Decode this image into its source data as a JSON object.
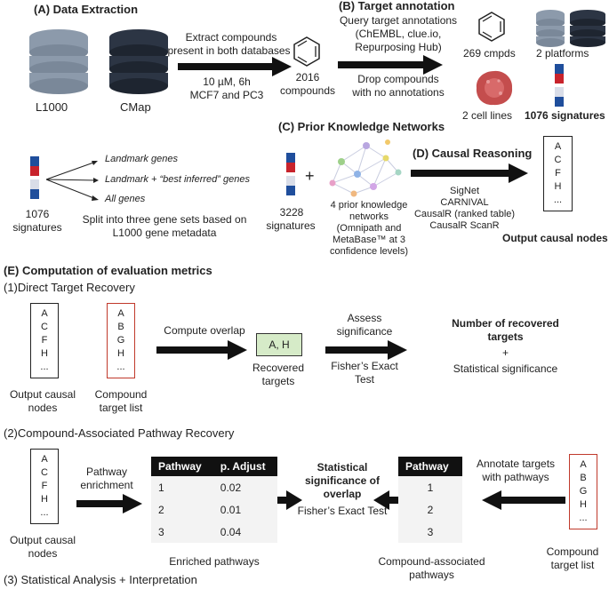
{
  "section_a": {
    "title": "(A) Data Extraction",
    "db1": "L1000",
    "db2": "CMap",
    "arrow_top": "Extract compounds",
    "arrow_top2": "present in both databases",
    "arrow_bottom": "10 µM, 6h",
    "arrow_bottom2": "MCF7 and PC3",
    "compounds": "2016",
    "compounds_label": "compounds"
  },
  "section_b": {
    "title": "(B) Target annotation",
    "query1": "Query target annotations",
    "query2": "(ChEMBL, clue.io,",
    "query3": "Repurposing Hub)",
    "drop1": "Drop compounds",
    "drop2": "with no annotations",
    "cmpds": "269 cmpds",
    "platforms": "2 platforms",
    "cell_lines": "2 cell lines",
    "signatures": "1076 signatures"
  },
  "section_split": {
    "gene_set1": "Landmark genes",
    "gene_set2": "Landmark + “best inferred” genes",
    "gene_set3": "All genes",
    "sig_count": "1076",
    "sig_label": "signatures",
    "desc1": "Split into three gene sets based on",
    "desc2": "L1000 gene metadata"
  },
  "section_c": {
    "title": "(C) Prior Knowledge Networks",
    "sig_count": "3228",
    "sig_label": "signatures",
    "net1": "4 prior knowledge",
    "net2": "networks",
    "net3": "(Omnipath and",
    "net4": "MetaBase™ at 3",
    "net5": "confidence levels)"
  },
  "section_d": {
    "title": "(D) Causal Reasoning",
    "methods": [
      "SigNet",
      "CARNIVAL",
      "CausalR (ranked table)",
      "CausalR ScanR"
    ],
    "output_nodes": [
      "A",
      "C",
      "F",
      "H",
      "..."
    ],
    "output_label": "Output causal nodes"
  },
  "section_e": {
    "title": "(E) Computation of evaluation metrics",
    "sub1": "(1)Direct Target Recovery",
    "output_nodes": [
      "A",
      "C",
      "F",
      "H",
      "..."
    ],
    "target_nodes": [
      "A",
      "B",
      "G",
      "H",
      "..."
    ],
    "output_label1": "Output causal",
    "output_label2": "nodes",
    "target_label1": "Compound",
    "target_label2": "target list",
    "compute_overlap": "Compute overlap",
    "recovered": "A, H",
    "recovered_label1": "Recovered",
    "recovered_label2": "targets",
    "assess1": "Assess",
    "assess2": "significance",
    "fisher1": "Fisher’s Exact",
    "fisher2": "Test",
    "result1": "Number of recovered",
    "result2": "targets",
    "plus": "+",
    "result3": "Statistical significance",
    "sub2": "(2)Compound-Associated Pathway Recovery",
    "pathway_enrichment1": "Pathway",
    "pathway_enrichment2": "enrichment",
    "enriched_table": {
      "headers": [
        "Pathway",
        "p. Adjust"
      ],
      "rows": [
        [
          "1",
          "0.02"
        ],
        [
          "2",
          "0.01"
        ],
        [
          "3",
          "0.04"
        ]
      ]
    },
    "enriched_label": "Enriched pathways",
    "stat1": "Statistical",
    "stat2": "significance of",
    "stat3": "overlap",
    "stat_fisher": "Fisher’s Exact Test",
    "assoc_table": {
      "header": "Pathway",
      "rows": [
        "1",
        "2",
        "3"
      ]
    },
    "assoc_label1": "Compound-associated",
    "assoc_label2": "pathways",
    "annotate1": "Annotate targets",
    "annotate2": "with pathways",
    "sub3": "(3) Statistical Analysis + Interpretation"
  }
}
